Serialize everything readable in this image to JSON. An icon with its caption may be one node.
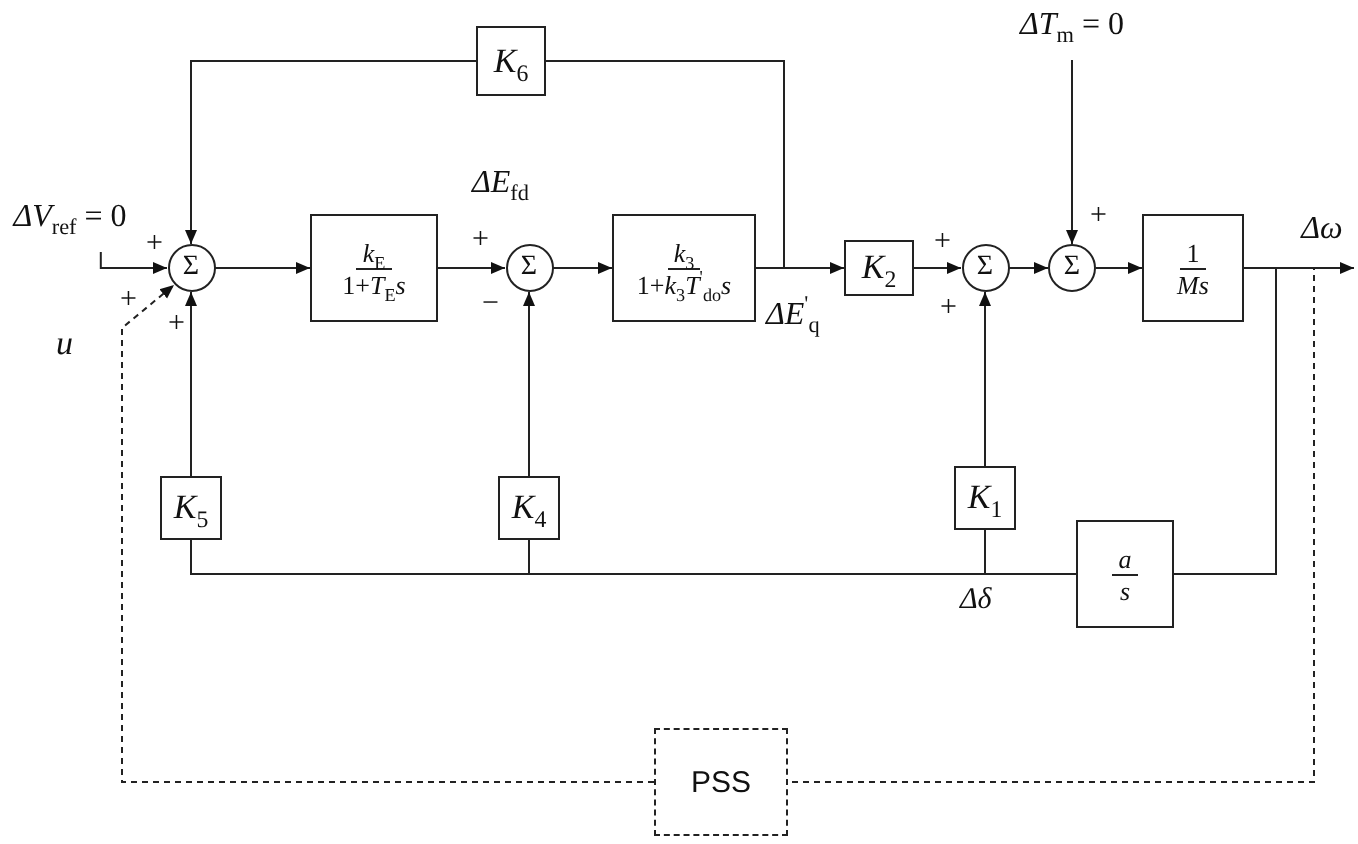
{
  "diagram": {
    "nodes": [
      {
        "text": [
          "Σ"
        ]
      },
      {
        "text": [
          "*k*$_{E}$",
          "1+*T*$_{E}$*s*"
        ]
      },
      {
        "text": [
          "Σ"
        ]
      },
      {
        "text": [
          "*k*$_{3}$",
          "1+*k*$_{3}$*T*$^{'}$$_{do}$*s*"
        ]
      },
      {
        "text": [
          "*K*$_{6}$"
        ]
      },
      {
        "text": [
          "*K*$_{2}$"
        ]
      },
      {
        "text": [
          "Σ"
        ]
      },
      {
        "text": [
          "Σ"
        ]
      },
      {
        "text": [
          "1",
          "*Ms*"
        ]
      },
      {
        "text": [
          "*K*$_{5}$"
        ]
      },
      {
        "text": [
          "*K*$_{4}$"
        ]
      },
      {
        "text": [
          "*K*$_{1}$"
        ]
      },
      {
        "text": [
          "*a*",
          "*s*"
        ]
      },
      {
        "text": [
          "PSS"
        ]
      },
      {
        "text": [
          "*ΔV*$_{ref}$ = 0"
        ]
      },
      {
        "text": [
          "*ΔT*$_{m}$ = 0"
        ]
      },
      {
        "text": [
          "*Δω*"
        ]
      }
    ],
    "edges": [
      {
        "from": 14,
        "to": 0,
        "arrow": "to"
      },
      {
        "from": 0,
        "to": 1,
        "arrow": "to"
      },
      {
        "from": 1,
        "to": 2,
        "arrow": "to"
      },
      {
        "from": 2,
        "to": 3,
        "arrow": "to"
      },
      {
        "from": 3,
        "to": 5,
        "arrow": "to"
      },
      {
        "from": 3,
        "to": 4,
        "arrow": "none"
      },
      {
        "from": 4,
        "to": 0,
        "arrow": "to"
      },
      {
        "from": 5,
        "to": 6,
        "arrow": "to"
      },
      {
        "from": 6,
        "to": 7,
        "arrow": "to"
      },
      {
        "from": 15,
        "to": 7,
        "arrow": "to"
      },
      {
        "from": 7,
        "to": 8,
        "arrow": "to"
      },
      {
        "from": 8,
        "to": 16,
        "arrow": "to"
      },
      {
        "from": 8,
        "to": 12,
        "arrow": "none"
      },
      {
        "from": 12,
        "to": 11,
        "arrow": "none"
      },
      {
        "from": 12,
        "to": 10,
        "arrow": "none"
      },
      {
        "from": 12,
        "to": 9,
        "arrow": "none"
      },
      {
        "from": 11,
        "to": 6,
        "arrow": "to"
      },
      {
        "from": 10,
        "to": 2,
        "arrow": "to"
      },
      {
        "from": 9,
        "to": 0,
        "arrow": "to"
      },
      {
        "from": 8,
        "to": 13,
        "arrow": "none",
        "style": "dashed"
      },
      {
        "from": 13,
        "to": 0,
        "arrow": "to",
        "style": "dashed"
      }
    ],
    "labels": [
      "*ΔE*$_{fd}$",
      "+",
      "+",
      "+",
      "+",
      "+",
      "−",
      "+",
      "+",
      "u",
      "*ΔE*$^{'}$$_{q}$",
      "*Δδ*"
    ]
  }
}
